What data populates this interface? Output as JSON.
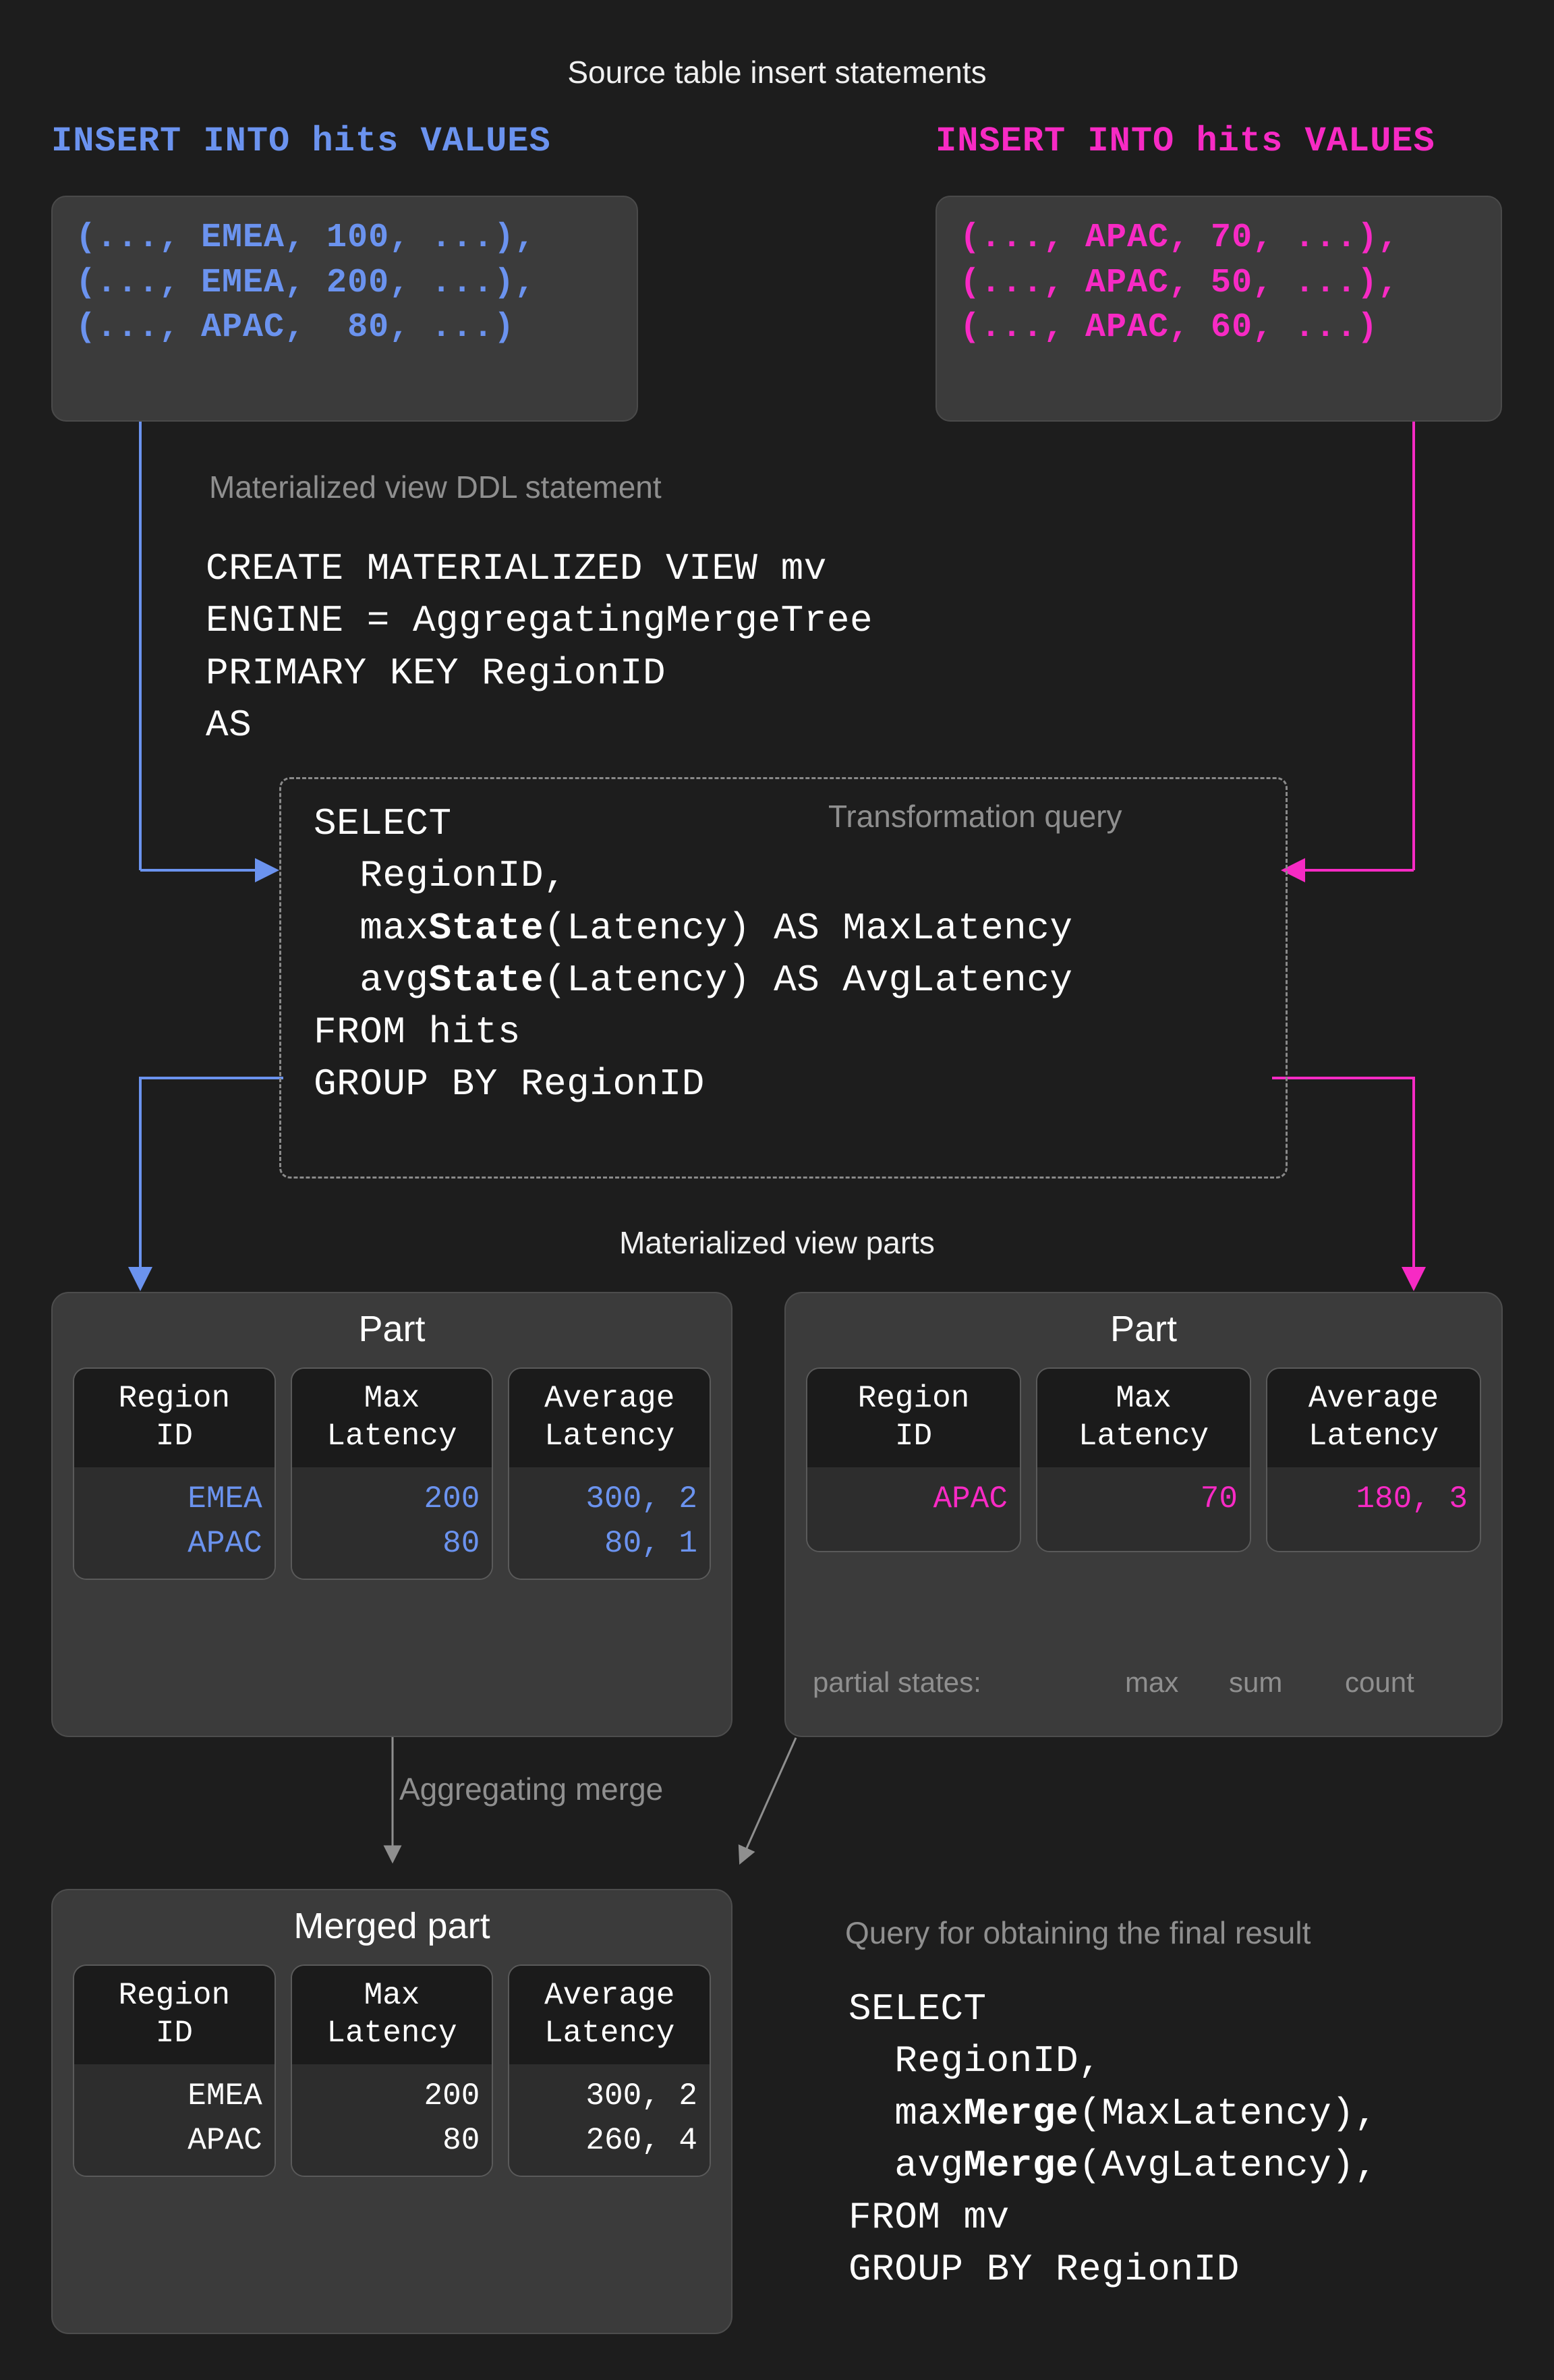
{
  "title": "Source table insert statements",
  "inserts": [
    {
      "color": "#6b93ef",
      "header": "INSERT INTO hits VALUES",
      "lines": [
        "(..., EMEA, 100, ...),",
        "(..., EMEA, 200, ...),",
        "(..., APAC,  80, ...)"
      ]
    },
    {
      "color": "#f72ac4",
      "header": "INSERT INTO hits VALUES",
      "lines": [
        "(..., APAC, 70, ...),",
        "(..., APAC, 50, ...),",
        "(..., APAC, 60, ...)"
      ]
    }
  ],
  "ddl": {
    "caption": "Materialized view DDL statement",
    "lines": [
      "CREATE MATERIALIZED VIEW mv",
      "ENGINE = AggregatingMergeTree",
      "PRIMARY KEY RegionID",
      "AS"
    ]
  },
  "transformation": {
    "caption": "Transformation query",
    "line1": "SELECT",
    "line2": "  RegionID,",
    "line3_a": "  max",
    "line3_b": "State",
    "line3_c": "(Latency) AS MaxLatency",
    "line4_a": "  avg",
    "line4_b": "State",
    "line4_c": "(Latency) AS AvgLatency",
    "line5": "FROM hits",
    "line6": "GROUP BY RegionID"
  },
  "parts_caption": "Materialized view parts",
  "parts": [
    {
      "title": "Part",
      "columns": [
        "Region\nID",
        "Max\nLatency",
        "Average\nLatency"
      ],
      "rows": [
        [
          "EMEA",
          "200",
          "300, 2"
        ],
        [
          "APAC",
          "80",
          "80, 1"
        ]
      ],
      "value_color": "#6b93ef"
    },
    {
      "title": "Part",
      "columns": [
        "Region\nID",
        "Max\nLatency",
        "Average\nLatency"
      ],
      "rows": [
        [
          "APAC",
          "70",
          "180, 3"
        ]
      ],
      "value_color": "#f72ac4"
    }
  ],
  "partial_states": {
    "label": "partial states:",
    "items": [
      "max",
      "sum",
      "count"
    ]
  },
  "merge_label": "Aggregating merge",
  "merged_part": {
    "title": "Merged part",
    "columns": [
      "Region\nID",
      "Max\nLatency",
      "Average\nLatency"
    ],
    "rows": [
      [
        "EMEA",
        "200",
        "300, 2"
      ],
      [
        "APAC",
        "80",
        "260, 4"
      ]
    ],
    "value_color": "#ffffff"
  },
  "final_query": {
    "caption": "Query for obtaining the final result",
    "line1": "SELECT",
    "line2": "  RegionID,",
    "line3_a": "  max",
    "line3_b": "Merge",
    "line3_c": "(MaxLatency),",
    "line4_a": "  avg",
    "line4_b": "Merge",
    "line4_c": "(AvgLatency),",
    "line5": "FROM mv",
    "line6": "GROUP BY RegionID"
  },
  "colors": {
    "background": "#1d1d1d",
    "blue": "#6b93ef",
    "pink": "#f72ac4",
    "muted": "#8f8f8f",
    "box": "#3b3b3b",
    "cell_head": "#1b1b1b",
    "cell_body": "#2d2d2d"
  }
}
